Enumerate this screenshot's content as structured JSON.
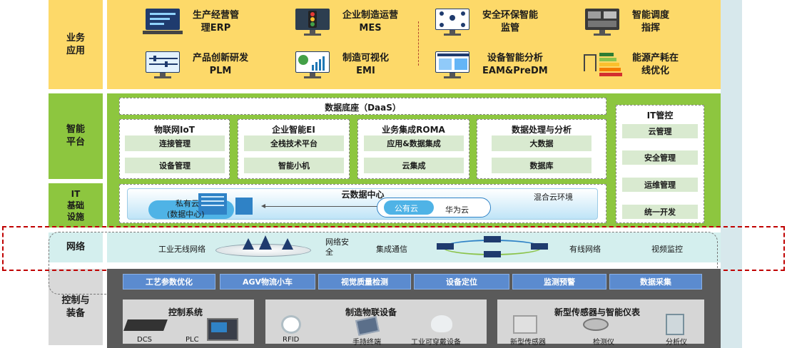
{
  "labels": {
    "business": "业务\n应用",
    "platform": "智能\n平台",
    "infra": "IT\n基础\n设施",
    "network": "网络",
    "control": "控制与\n装备"
  },
  "business": [
    {
      "text": "生产经营管\n理ERP",
      "icon": "erp-laptop-icon"
    },
    {
      "text": "企业制造运营\nMES",
      "icon": "mes-traffic-light-icon"
    },
    {
      "text": "安全环保智能\n监管",
      "icon": "safety-network-icon"
    },
    {
      "text": "智能调度\n指挥",
      "icon": "dispatch-monitor-icon"
    },
    {
      "text": "产品创新研发\nPLM",
      "icon": "plm-monitor-icon"
    },
    {
      "text": "制造可视化\nEMI",
      "icon": "emi-dashboard-icon"
    },
    {
      "text": "设备智能分析\nEAM&PreDM",
      "icon": "eam-monitor-icon"
    },
    {
      "text": "能源产耗在\n线优化",
      "icon": "energy-rating-icon"
    }
  ],
  "platform": {
    "daas": "数据底座（DaaS）",
    "modules": [
      {
        "title": "物联网IoT",
        "items": [
          "连接管理",
          "设备管理"
        ]
      },
      {
        "title": "企业智能EI",
        "items": [
          "全栈技术平台",
          "智能小机"
        ]
      },
      {
        "title": "业务集成ROMA",
        "items": [
          "应用&数据集成",
          "云集成"
        ]
      },
      {
        "title": "数据处理与分析",
        "items": [
          "大数据",
          "数据库"
        ]
      }
    ],
    "it_control": {
      "title": "IT管控",
      "items": [
        "云管理",
        "安全管理",
        "运维管理",
        "统一开发"
      ]
    }
  },
  "infra": {
    "title": "云数据中心",
    "private_cloud": "私有云",
    "private_cloud_sub": "(数据中心)",
    "public_cloud": "公有云",
    "huawei_cloud": "华为云",
    "hybrid": "混合云环境"
  },
  "network": {
    "wireless": "工业无线网络",
    "security": "网络安\n全",
    "integrated": "集成通信",
    "wired": "有线网络",
    "video": "视频监控"
  },
  "control": {
    "tabs": [
      "工艺参数优化",
      "AGV物流小车",
      "视觉质量检测",
      "设备定位",
      "监测预警",
      "数据采集"
    ],
    "groups": [
      {
        "title": "控制系统",
        "devices": [
          "DCS",
          "PLC"
        ]
      },
      {
        "title": "制造物联设备",
        "devices": [
          "RFID",
          "手持终端",
          "工业可穿戴设备"
        ]
      },
      {
        "title": "新型传感器与智能仪表",
        "devices": [
          "新型传感器",
          "检测仪",
          "分析仪"
        ]
      }
    ]
  },
  "colors": {
    "business_bg": "#fdd969",
    "platform_bg": "#8dc63f",
    "network_bg": "#d4efee",
    "control_bg": "#5a5a5a",
    "side_label_bg": "#d9d9d9",
    "right_strip": "#d7e8ec",
    "highlight_dash": "#c00000"
  }
}
